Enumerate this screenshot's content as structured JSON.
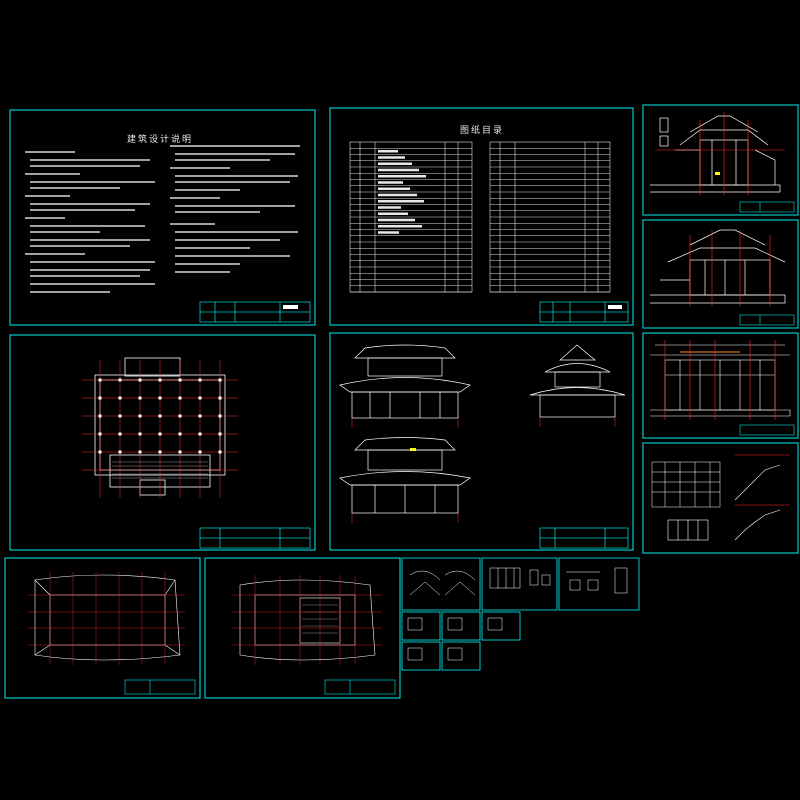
{
  "drawing_set": {
    "sheets": [
      {
        "id": "design-notes",
        "title": "建筑设计说明"
      },
      {
        "id": "drawing-index",
        "title": "图纸目录"
      }
    ]
  },
  "colors": {
    "background": "#000000",
    "sheet_frame": "#00c8c8",
    "linework": "#ffffff",
    "axis": "#ff2a2a",
    "accent": "#ffff00"
  }
}
